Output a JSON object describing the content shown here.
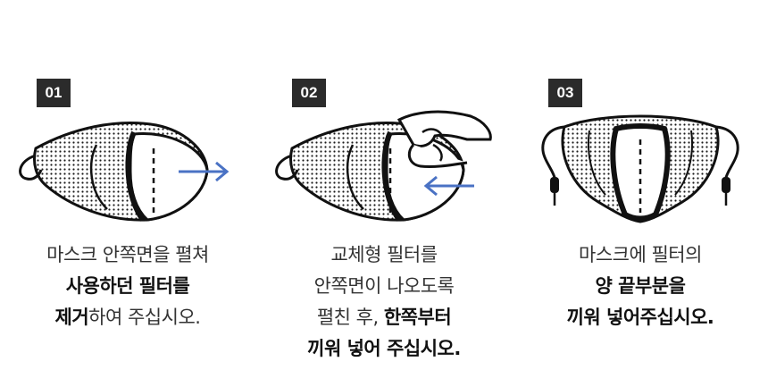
{
  "steps": [
    {
      "number": "01",
      "caption": [
        [
          {
            "text": "마스크 안쪽면을 펼쳐",
            "bold": false
          }
        ],
        [
          {
            "text": "사용하던 필터를",
            "bold": true
          }
        ],
        [
          {
            "text": "제거",
            "bold": true
          },
          {
            "text": "하여 주십시오.",
            "bold": false
          }
        ]
      ],
      "arrow": {
        "color": "#4a72c4",
        "direction": "right"
      }
    },
    {
      "number": "02",
      "caption": [
        [
          {
            "text": "교체형 필터를",
            "bold": false
          }
        ],
        [
          {
            "text": "안쪽면이 나오도록",
            "bold": false
          }
        ],
        [
          {
            "text": "펼친 후, ",
            "bold": false
          },
          {
            "text": "한쪽부터",
            "bold": true
          }
        ],
        [
          {
            "text": "끼워 넣어 주십시오.",
            "bold": true
          }
        ]
      ],
      "arrow": {
        "color": "#4a72c4",
        "direction": "left"
      }
    },
    {
      "number": "03",
      "caption": [
        [
          {
            "text": "마스크에 필터의",
            "bold": false
          }
        ],
        [
          {
            "text": "양 끝부분을",
            "bold": true
          }
        ],
        [
          {
            "text": "끼워 넣어주십시오.",
            "bold": true
          }
        ]
      ]
    }
  ]
}
